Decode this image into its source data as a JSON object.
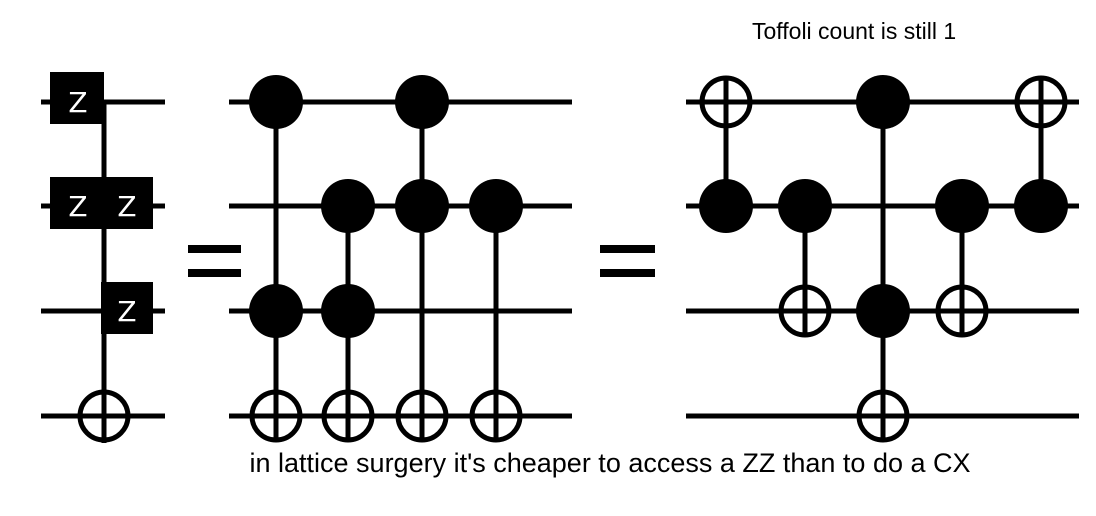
{
  "annotation_top": "Toffoli count is still 1",
  "caption": "in lattice surgery it's cheaper to access a ZZ than to do a CX",
  "z_label": "Z",
  "colors": {
    "ink": "#000000",
    "background": "#ffffff"
  },
  "circuits": [
    {
      "name": "zz-parity-circuit",
      "qubits": 4,
      "gates": [
        {
          "type": "multi-z-cx",
          "z_on": [
            0,
            1,
            2
          ],
          "z_labels": [
            "Z",
            "Z Z",
            "Z"
          ],
          "target": 3
        }
      ]
    },
    {
      "name": "cx-decomposition-circuit",
      "qubits": 4,
      "gates": [
        {
          "controls": [
            0,
            2
          ],
          "target": 3
        },
        {
          "controls": [
            1,
            2
          ],
          "target": 3
        },
        {
          "controls": [
            0,
            1
          ],
          "target": 3
        },
        {
          "controls": [
            1
          ],
          "target": 3
        }
      ]
    },
    {
      "name": "toffoli-circuit",
      "qubits": 4,
      "gates": [
        {
          "controls": [
            1
          ],
          "target": 0
        },
        {
          "controls": [
            1
          ],
          "target": 2
        },
        {
          "controls": [
            0,
            2
          ],
          "target": 3
        },
        {
          "controls": [
            1
          ],
          "target": 2
        },
        {
          "controls": [
            1
          ],
          "target": 0
        }
      ]
    }
  ]
}
